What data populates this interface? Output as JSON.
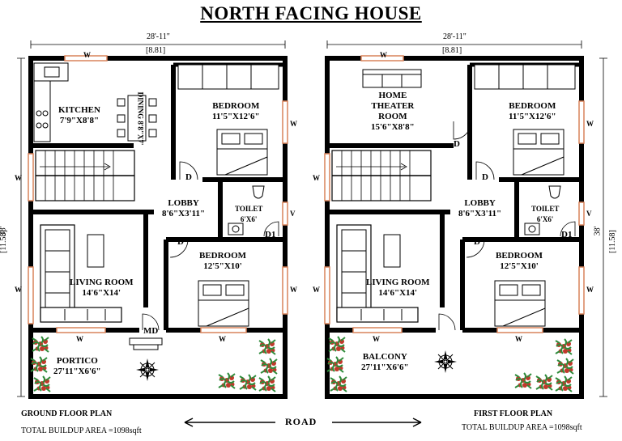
{
  "title": "NORTH FACING HOUSE",
  "road_label": "ROAD",
  "colors": {
    "wall": "#000000",
    "window": "#d9835a",
    "plant_red": "#c0392b",
    "plant_green": "#2e8b3a"
  },
  "dimensions": {
    "width_ft": "28'-11\"",
    "width_m": "[8.81]",
    "depth_ft": "38'",
    "depth_m": "[11.58]"
  },
  "ground_floor": {
    "plan_title": "GROUND FLOOR PLAN",
    "total_area": "TOTAL BUILDUP AREA =1098sqft",
    "kitchen": {
      "name": "KITCHEN",
      "size": "7'9\"X8'8\""
    },
    "dining": {
      "name": "DINING",
      "size": "8'8\"X7'"
    },
    "bedroom1": {
      "name": "BEDROOM",
      "size": "11'5\"X12'6\""
    },
    "lobby": {
      "name": "LOBBY",
      "size": "8'6\"X3'11\""
    },
    "toilet": {
      "name": "TOILET",
      "size": "6'X6'"
    },
    "bedroom2": {
      "name": "BEDROOM",
      "size": "12'5\"X10'"
    },
    "living": {
      "name": "LIVING ROOM",
      "size": "14'6\"X14'"
    },
    "portico": {
      "name": "PORTICO",
      "size": "27'11\"X6'6\""
    },
    "doors": {
      "d": "D",
      "d1": "D1",
      "md": "MD"
    },
    "window_w": "W",
    "window_v": "V"
  },
  "first_floor": {
    "plan_title": "FIRST FLOOR PLAN",
    "total_area": "TOTAL BUILDUP AREA =1098sqft",
    "theater": {
      "line1": "HOME",
      "line2": "THEATER",
      "line3": "ROOM",
      "size": "15'6\"X8'8\""
    },
    "bedroom1": {
      "name": "BEDROOM",
      "size": "11'5\"X12'6\""
    },
    "lobby": {
      "name": "LOBBY",
      "size": "8'6\"X3'11\""
    },
    "toilet": {
      "name": "TOILET",
      "size": "6'X6'"
    },
    "bedroom2": {
      "name": "BEDROOM",
      "size": "12'5\"X10'"
    },
    "living": {
      "name": "LIVING ROOM",
      "size": "14'6\"X14'"
    },
    "balcony": {
      "name": "BALCONY",
      "size": "27'11\"X6'6\""
    },
    "doors": {
      "d": "D",
      "d1": "D1"
    },
    "window_w": "W",
    "window_v": "V"
  }
}
